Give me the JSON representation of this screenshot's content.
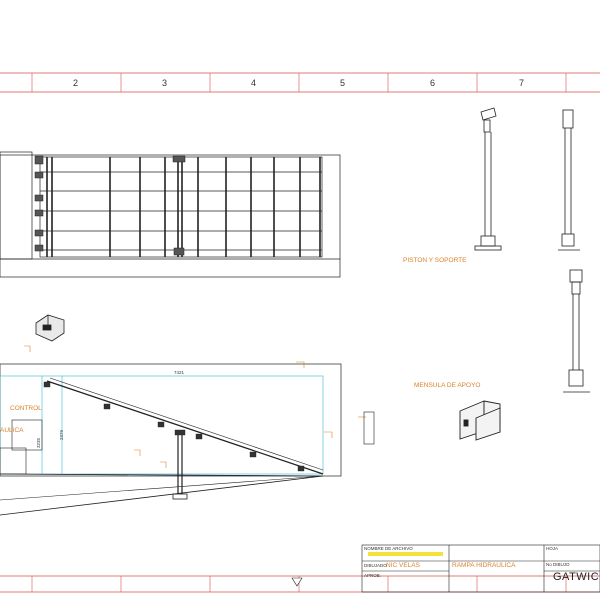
{
  "zone_numbers": [
    "2",
    "3",
    "4",
    "5",
    "6",
    "7"
  ],
  "labels": {
    "piston": "PISTON Y SOPORTE",
    "mensula": "MENSULA DE APOYO",
    "control": "CONTROL",
    "hidraulica": "AULICA",
    "dim_main": "7421",
    "dim_v1": "3235",
    "dim_v2": "2379"
  },
  "title_block": {
    "archivo_label": "NOMBRE DE ARCHIVO",
    "dibujado_label": "DIBUJADO",
    "aprob_label": "APROB.",
    "dibujado_value": "NIC VELAS",
    "description": "RAMPA HIDRAULICA",
    "hoja_label": "HOJA",
    "dibujo_label": "No DIBUJO",
    "company": "GATWIC"
  },
  "colors": {
    "border": "#d94f4f",
    "line": "#222222",
    "cyan": "#37b6d6",
    "orange": "#d9822b",
    "yellow": "#f3e23a"
  }
}
